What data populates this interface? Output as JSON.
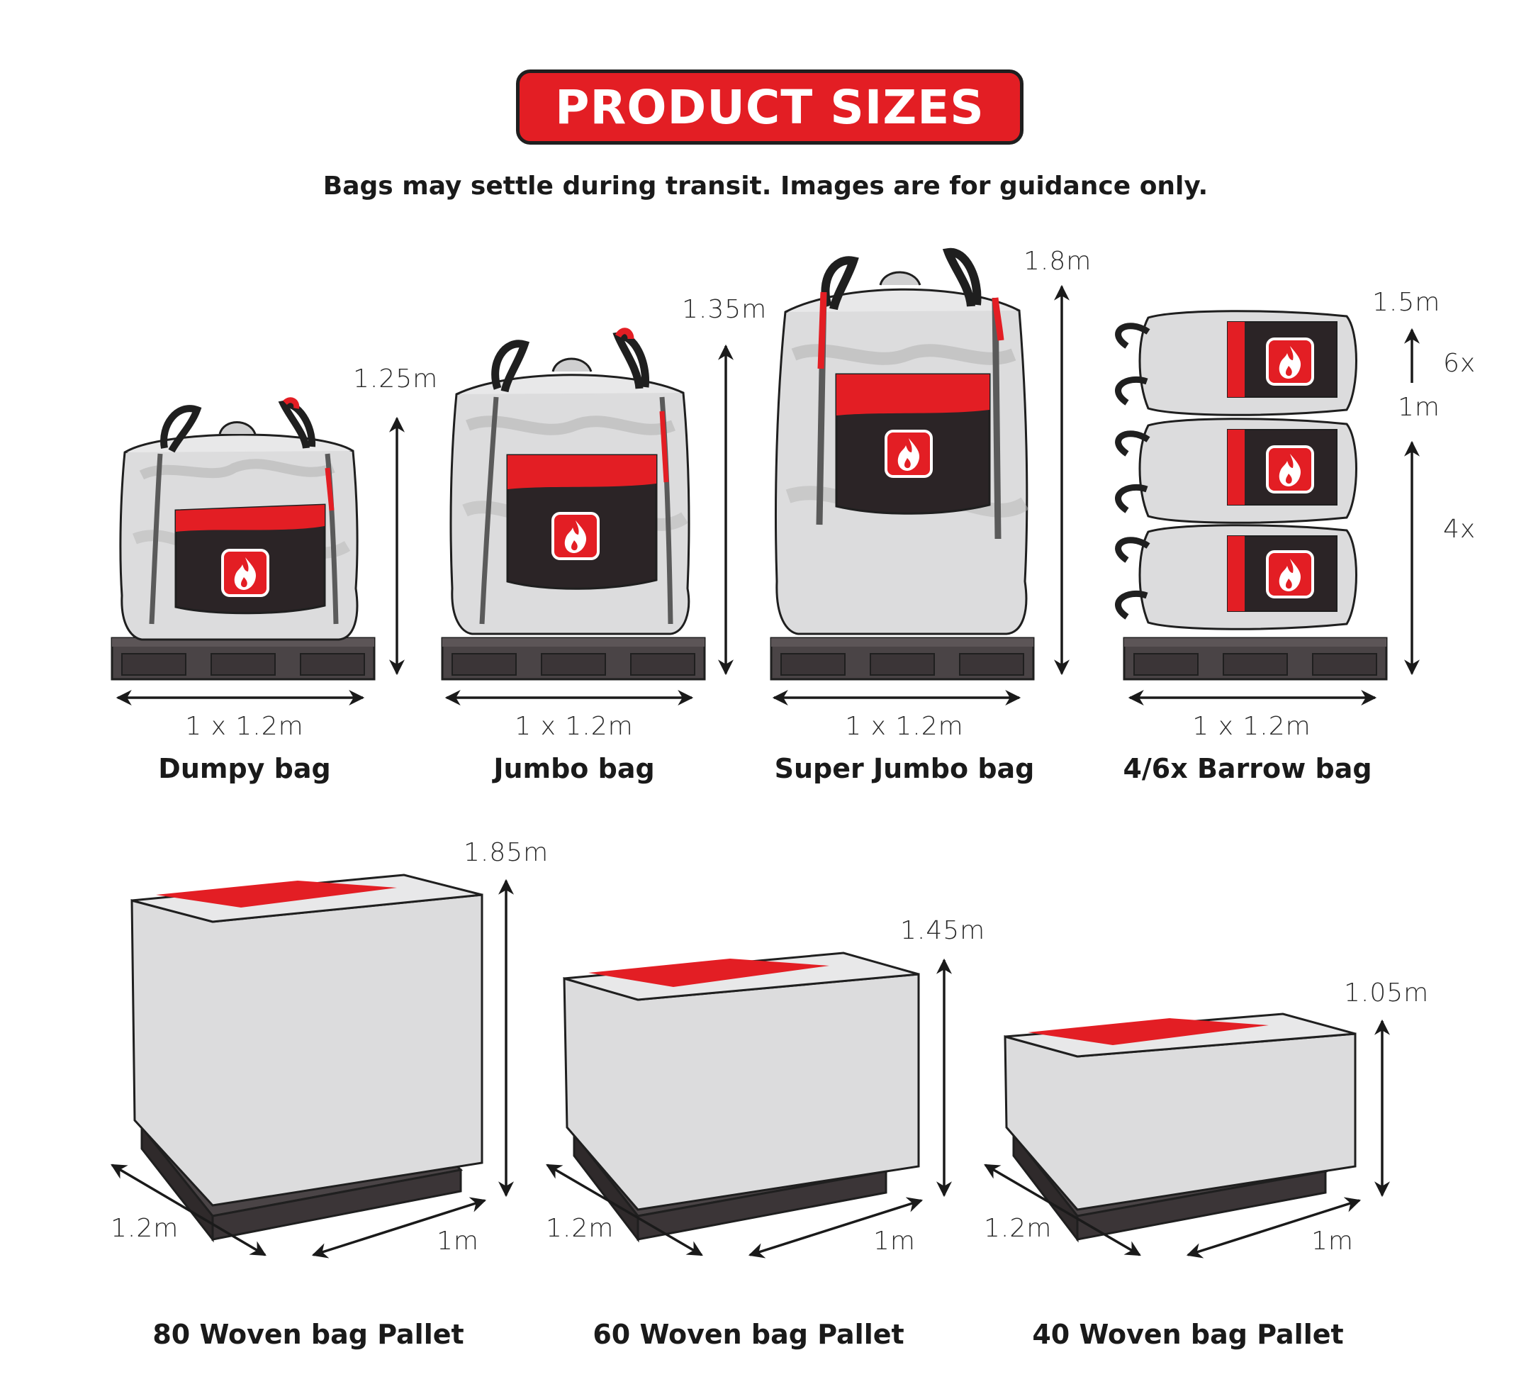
{
  "header": {
    "title": "PRODUCT SIZES",
    "subtitle": "Bags may settle during transit. Images are for guidance only."
  },
  "colors": {
    "brand_red": "#e31e24",
    "bag_black": "#2b2426",
    "pallet": "#4a4446",
    "outline": "#1f1f1f"
  },
  "top_products": [
    {
      "name": "Dumpy bag",
      "height": "1.25m",
      "footprint": "1 x 1.2m",
      "icon": "flame-logo-icon"
    },
    {
      "name": "Jumbo bag",
      "height": "1.35m",
      "footprint": "1 x 1.2m",
      "icon": "flame-logo-icon"
    },
    {
      "name": "Super Jumbo bag",
      "height": "1.8m",
      "footprint": "1 x 1.2m",
      "icon": "flame-logo-icon"
    },
    {
      "name": "4/6x Barrow bag",
      "height_6x": "1.5m",
      "count_6x": "6x",
      "height_4x": "1m",
      "count_4x": "4x",
      "footprint": "1 x 1.2m",
      "icon": "flame-logo-icon"
    }
  ],
  "bottom_products": [
    {
      "name": "80 Woven bag Pallet",
      "height": "1.85m",
      "length": "1.2m",
      "width": "1m"
    },
    {
      "name": "60 Woven bag Pallet",
      "height": "1.45m",
      "length": "1.2m",
      "width": "1m"
    },
    {
      "name": "40 Woven bag Pallet",
      "height": "1.05m",
      "length": "1.2m",
      "width": "1m"
    }
  ]
}
